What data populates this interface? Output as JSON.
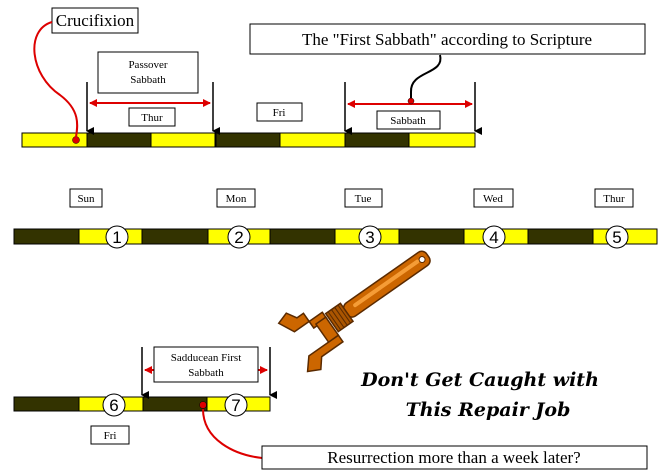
{
  "callouts": {
    "crucifixion": "Crucifixion",
    "first_sabbath": "The \"First Sabbath\" according to Scripture",
    "passover_line1": "Passover",
    "passover_line2": "Sabbath",
    "sadducean_line1": "Sadducean First",
    "sadducean_line2": "Sabbath",
    "resurrection": "Resurrection more than a week later?"
  },
  "top_days": [
    "Thur",
    "Fri",
    "Sabbath"
  ],
  "week_days": [
    "Sun",
    "Mon",
    "Tue",
    "Wed",
    "Thur"
  ],
  "week_numbers": [
    "1",
    "2",
    "3",
    "4",
    "5"
  ],
  "bottom_numbers": [
    "6",
    "7"
  ],
  "bottom_day": "Fri",
  "slogan": {
    "line1": "Don't Get Caught with",
    "line2": "This Repair Job"
  },
  "colors": {
    "night": "#333300",
    "day": "#ffff00",
    "red": "#dd0000",
    "wrench": "#cc6600"
  },
  "icons": [
    "wrench-icon"
  ]
}
